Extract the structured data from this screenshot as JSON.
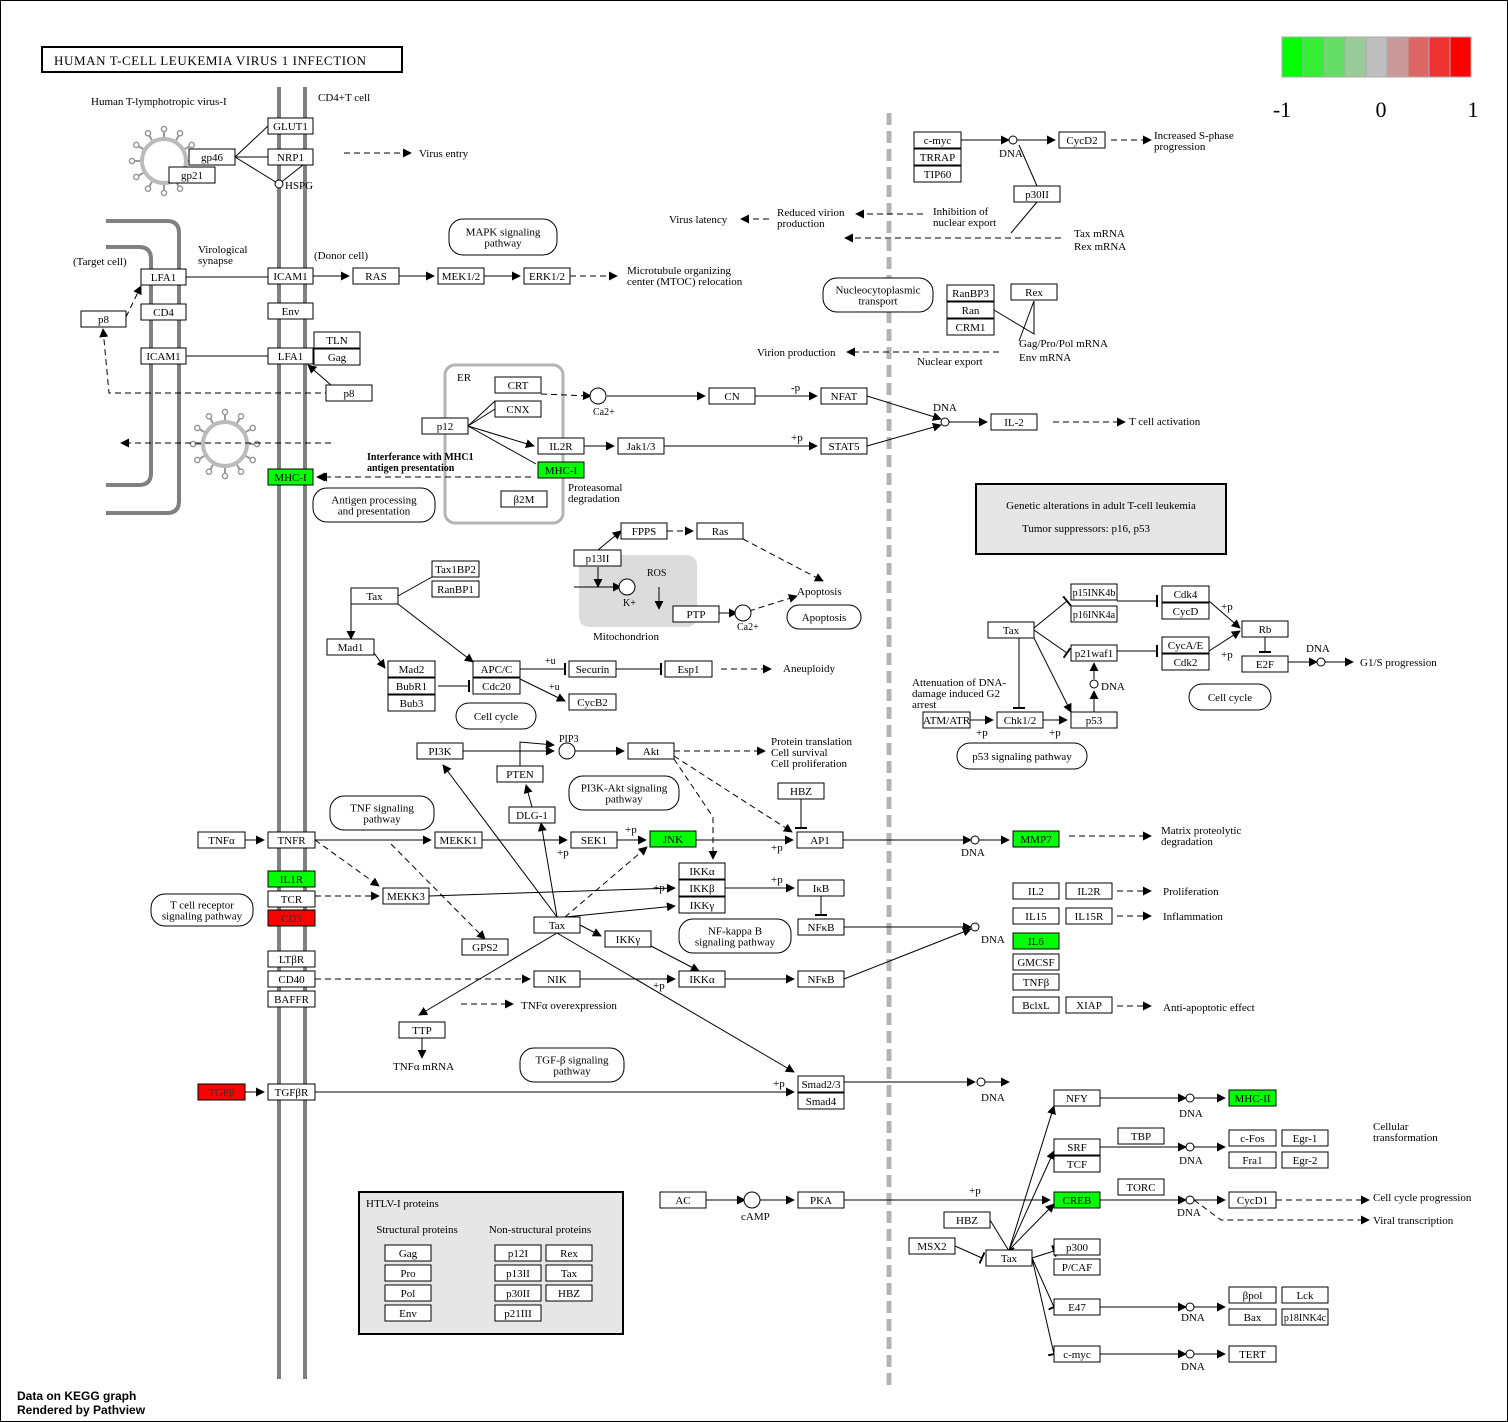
{
  "title": "HUMAN T-CELL LEUKEMIA VIRUS 1 INFECTION",
  "legend": {
    "min_label": "-1",
    "mid_label": "0",
    "max_label": "1",
    "colors": [
      "#00ff00",
      "#33ee33",
      "#66dd66",
      "#99cc99",
      "#bebebe",
      "#cc9999",
      "#dd6666",
      "#ee3333",
      "#ff0000"
    ]
  },
  "colors": {
    "down": "#00ff00",
    "up": "#ff0000",
    "membrane": "#808080",
    "nucleus_border": "#b4b4b4",
    "mito_fill": "#dcdcdc",
    "note_fill": "#e6e6e6"
  },
  "footer": {
    "line1": "Data on KEGG graph",
    "line2": "Rendered by Pathview"
  },
  "nodes": [
    {
      "id": "glut1",
      "label": "GLUT1"
    },
    {
      "id": "nrp1",
      "label": "NRP1"
    },
    {
      "id": "gp46",
      "label": "gp46"
    },
    {
      "id": "gp21",
      "label": "gp21"
    },
    {
      "id": "lfa1-target",
      "label": "LFA1"
    },
    {
      "id": "cd4",
      "label": "CD4"
    },
    {
      "id": "icam1-target",
      "label": "ICAM1"
    },
    {
      "id": "p8-left",
      "label": "p8"
    },
    {
      "id": "icam1-donor",
      "label": "ICAM1"
    },
    {
      "id": "env",
      "label": "Env"
    },
    {
      "id": "lfa1-donor",
      "label": "LFA1"
    },
    {
      "id": "tln",
      "label": "TLN"
    },
    {
      "id": "gag-mem",
      "label": "Gag"
    },
    {
      "id": "p8-right",
      "label": "p8"
    },
    {
      "id": "ras-top",
      "label": "RAS"
    },
    {
      "id": "mek12",
      "label": "MEK1/2"
    },
    {
      "id": "erk12",
      "label": "ERK1/2"
    },
    {
      "id": "crt",
      "label": "CRT"
    },
    {
      "id": "cnx",
      "label": "CNX"
    },
    {
      "id": "p12",
      "label": "p12"
    },
    {
      "id": "il2r-top",
      "label": "IL2R"
    },
    {
      "id": "mhc1-er",
      "label": "MHC-I",
      "expr": "down"
    },
    {
      "id": "b2m",
      "label": "β2M"
    },
    {
      "id": "jak13",
      "label": "Jak1/3"
    },
    {
      "id": "cn",
      "label": "CN"
    },
    {
      "id": "nfat",
      "label": "NFAT"
    },
    {
      "id": "stat5",
      "label": "STAT5"
    },
    {
      "id": "il2-top",
      "label": "IL-2"
    },
    {
      "id": "mhc1-mem",
      "label": "MHC-I",
      "expr": "down"
    },
    {
      "id": "cmyc-top",
      "label": "c-myc"
    },
    {
      "id": "trrap",
      "label": "TRRAP"
    },
    {
      "id": "tip60",
      "label": "TIP60"
    },
    {
      "id": "cycd2",
      "label": "CycD2"
    },
    {
      "id": "p30ii-top",
      "label": "p30II"
    },
    {
      "id": "ranbp3",
      "label": "RanBP3"
    },
    {
      "id": "ran",
      "label": "Ran"
    },
    {
      "id": "crm1",
      "label": "CRM1"
    },
    {
      "id": "rex-top",
      "label": "Rex"
    },
    {
      "id": "tax1bp2",
      "label": "Tax1BP2"
    },
    {
      "id": "ranbp1",
      "label": "RanBP1"
    },
    {
      "id": "tax-cc",
      "label": "Tax"
    },
    {
      "id": "mad1",
      "label": "Mad1"
    },
    {
      "id": "mad2",
      "label": "Mad2"
    },
    {
      "id": "bubr1",
      "label": "BubR1"
    },
    {
      "id": "bub3",
      "label": "Bub3"
    },
    {
      "id": "apcc",
      "label": "APC/C"
    },
    {
      "id": "cdc20",
      "label": "Cdc20"
    },
    {
      "id": "securin",
      "label": "Securin"
    },
    {
      "id": "esp1",
      "label": "Esp1"
    },
    {
      "id": "cycb2",
      "label": "CycB2"
    },
    {
      "id": "fpps",
      "label": "FPPS"
    },
    {
      "id": "ras-mito",
      "label": "Ras"
    },
    {
      "id": "p13ii-mito",
      "label": "p13II"
    },
    {
      "id": "ptp",
      "label": "PTP"
    },
    {
      "id": "tax-p53",
      "label": "Tax"
    },
    {
      "id": "p15ink4b",
      "label": "p15INK4b"
    },
    {
      "id": "p16ink4a",
      "label": "p16INK4a"
    },
    {
      "id": "p21waf1",
      "label": "p21waf1"
    },
    {
      "id": "cdk4",
      "label": "Cdk4"
    },
    {
      "id": "cycd",
      "label": "CycD"
    },
    {
      "id": "cycae",
      "label": "CycA/E"
    },
    {
      "id": "cdk2",
      "label": "Cdk2"
    },
    {
      "id": "rb",
      "label": "Rb"
    },
    {
      "id": "e2f",
      "label": "E2F"
    },
    {
      "id": "atmatr",
      "label": "ATM/ATR"
    },
    {
      "id": "chk12",
      "label": "Chk1/2"
    },
    {
      "id": "p53",
      "label": "p53"
    },
    {
      "id": "pi3k",
      "label": "PI3K"
    },
    {
      "id": "pten",
      "label": "PTEN"
    },
    {
      "id": "akt",
      "label": "Akt"
    },
    {
      "id": "dlg1",
      "label": "DLG-1"
    },
    {
      "id": "hbz-mid",
      "label": "HBZ"
    },
    {
      "id": "tnfa",
      "label": "TNFα"
    },
    {
      "id": "tnfr",
      "label": "TNFR"
    },
    {
      "id": "mekk1",
      "label": "MEKK1"
    },
    {
      "id": "sek1",
      "label": "SEK1"
    },
    {
      "id": "jnk",
      "label": "JNK",
      "expr": "down"
    },
    {
      "id": "ap1",
      "label": "AP1"
    },
    {
      "id": "mmp7",
      "label": "MMP7",
      "expr": "down"
    },
    {
      "id": "il1r",
      "label": "IL1R",
      "expr": "down"
    },
    {
      "id": "tcr",
      "label": "TCR"
    },
    {
      "id": "cd3",
      "label": "CD3",
      "expr": "up"
    },
    {
      "id": "mekk3",
      "label": "MEKK3"
    },
    {
      "id": "ikka-1",
      "label": "IKKα"
    },
    {
      "id": "ikkb",
      "label": "IKKβ"
    },
    {
      "id": "ikkg",
      "label": "IKKγ"
    },
    {
      "id": "ikb",
      "label": "IκB"
    },
    {
      "id": "nfkb-1",
      "label": "NFκB"
    },
    {
      "id": "gps2",
      "label": "GPS2"
    },
    {
      "id": "tax-nfkb",
      "label": "Tax"
    },
    {
      "id": "ikky",
      "label": "IKKγ"
    },
    {
      "id": "ltbr",
      "label": "LTβR"
    },
    {
      "id": "cd40",
      "label": "CD40"
    },
    {
      "id": "baffr",
      "label": "BAFFR"
    },
    {
      "id": "nik",
      "label": "NIK"
    },
    {
      "id": "ikka-2",
      "label": "IKKα"
    },
    {
      "id": "nfkb-2",
      "label": "NFκB"
    },
    {
      "id": "ttp",
      "label": "TTP"
    },
    {
      "id": "il2-b",
      "label": "IL2"
    },
    {
      "id": "il2r-b",
      "label": "IL2R"
    },
    {
      "id": "il15",
      "label": "IL15"
    },
    {
      "id": "il15r",
      "label": "IL15R"
    },
    {
      "id": "il6",
      "label": "IL6",
      "expr": "down"
    },
    {
      "id": "gmcsf",
      "label": "GMCSF"
    },
    {
      "id": "tnfb",
      "label": "TNFβ"
    },
    {
      "id": "bclxl",
      "label": "BclxL"
    },
    {
      "id": "xiap",
      "label": "XIAP"
    },
    {
      "id": "tgfb",
      "label": "TGFβ",
      "expr": "up"
    },
    {
      "id": "tgfbr",
      "label": "TGFβR"
    },
    {
      "id": "smad23",
      "label": "Smad2/3"
    },
    {
      "id": "smad4",
      "label": "Smad4"
    },
    {
      "id": "nfy",
      "label": "NFY"
    },
    {
      "id": "mhc2",
      "label": "MHC-II",
      "expr": "down"
    },
    {
      "id": "srf",
      "label": "SRF"
    },
    {
      "id": "tcf",
      "label": "TCF"
    },
    {
      "id": "tbp",
      "label": "TBP"
    },
    {
      "id": "cfos",
      "label": "c-Fos"
    },
    {
      "id": "egr1",
      "label": "Egr-1"
    },
    {
      "id": "fra1",
      "label": "Fra1"
    },
    {
      "id": "egr2",
      "label": "Egr-2"
    },
    {
      "id": "ac",
      "label": "AC"
    },
    {
      "id": "pka",
      "label": "PKA"
    },
    {
      "id": "creb",
      "label": "CREB",
      "expr": "down"
    },
    {
      "id": "torc",
      "label": "TORC"
    },
    {
      "id": "cycd1",
      "label": "CycD1"
    },
    {
      "id": "hbz-bot",
      "label": "HBZ"
    },
    {
      "id": "msx2",
      "label": "MSX2"
    },
    {
      "id": "tax-bot",
      "label": "Tax"
    },
    {
      "id": "p300",
      "label": "p300"
    },
    {
      "id": "pcaf",
      "label": "P/CAF"
    },
    {
      "id": "e47",
      "label": "E47"
    },
    {
      "id": "bpol",
      "label": "βpol"
    },
    {
      "id": "lck",
      "label": "Lck"
    },
    {
      "id": "bax",
      "label": "Bax"
    },
    {
      "id": "p18ink4c",
      "label": "p18INK4c"
    },
    {
      "id": "cmyc-bot",
      "label": "c-myc"
    },
    {
      "id": "tert",
      "label": "TERT"
    },
    {
      "id": "leg-gag",
      "label": "Gag"
    },
    {
      "id": "leg-pro",
      "label": "Pro"
    },
    {
      "id": "leg-pol",
      "label": "Pol"
    },
    {
      "id": "leg-env",
      "label": "Env"
    },
    {
      "id": "leg-p12i",
      "label": "p12I"
    },
    {
      "id": "leg-rex",
      "label": "Rex"
    },
    {
      "id": "leg-p13ii",
      "label": "p13II"
    },
    {
      "id": "leg-tax",
      "label": "Tax"
    },
    {
      "id": "leg-p30ii",
      "label": "p30II"
    },
    {
      "id": "leg-hbz",
      "label": "HBZ"
    },
    {
      "id": "leg-p21iii",
      "label": "p21III"
    }
  ],
  "pathway_links": [
    {
      "id": "mapk",
      "lines": [
        "MAPK signaling",
        "pathway"
      ]
    },
    {
      "id": "nucleocyto",
      "lines": [
        "Nucleocytoplasmic",
        "transport"
      ]
    },
    {
      "id": "antigen",
      "lines": [
        "Antigen processing",
        "and presentation"
      ]
    },
    {
      "id": "apoptosis",
      "lines": [
        "Apoptosis"
      ]
    },
    {
      "id": "cellcycle-mid",
      "lines": [
        "Cell cycle"
      ]
    },
    {
      "id": "cellcycle-right",
      "lines": [
        "Cell cycle"
      ]
    },
    {
      "id": "p53sig",
      "lines": [
        "p53 signaling pathway"
      ]
    },
    {
      "id": "pi3kakt",
      "lines": [
        "PI3K-Akt signaling",
        "pathway"
      ]
    },
    {
      "id": "tnfsig",
      "lines": [
        "TNF signaling",
        "pathway"
      ]
    },
    {
      "id": "tcrsig",
      "lines": [
        "T cell receptor",
        "signaling pathway"
      ]
    },
    {
      "id": "nfkbsig",
      "lines": [
        "NF-kappa B",
        "signaling pathway"
      ]
    },
    {
      "id": "tgfbsig",
      "lines": [
        "TGF-β signaling",
        "pathway"
      ]
    }
  ],
  "notes": {
    "genetic": {
      "line1": "Genetic alterations in adult T-cell leukemia",
      "line2": "Tumor suppressors:  p16, p53"
    },
    "htlv": {
      "title": "HTLV-I proteins",
      "structural": "Structural proteins",
      "nonstructural": "Non-structural proteins"
    }
  },
  "labels": [
    {
      "id": "virus",
      "text": "Human T-lymphotropic virus-I"
    },
    {
      "id": "cd4tcell",
      "text": "CD4+T cell"
    },
    {
      "id": "hspg",
      "text": "HSPG"
    },
    {
      "id": "virus-entry",
      "text": "Virus entry"
    },
    {
      "id": "target-cell",
      "text": "(Target cell)"
    },
    {
      "id": "viro1",
      "text": "Virological"
    },
    {
      "id": "viro2",
      "text": "synapse"
    },
    {
      "id": "donor-cell",
      "text": "(Donor cell)"
    },
    {
      "id": "mtoc1",
      "text": "Microtubule organizing"
    },
    {
      "id": "mtoc2",
      "text": "center (MTOC) relocation"
    },
    {
      "id": "er",
      "text": "ER"
    },
    {
      "id": "ca1",
      "text": "Ca2+"
    },
    {
      "id": "minus-p",
      "text": "-p"
    },
    {
      "id": "plus-p-stat5",
      "text": "+p"
    },
    {
      "id": "dna-il2",
      "text": "DNA"
    },
    {
      "id": "tcell-act",
      "text": "T cell activation"
    },
    {
      "id": "interf1",
      "text": "Interferance with MHC1"
    },
    {
      "id": "interf2",
      "text": "antigen presentation"
    },
    {
      "id": "proteo1",
      "text": "Proteasomal"
    },
    {
      "id": "proteo2",
      "text": "degradation"
    },
    {
      "id": "dna-cmyc",
      "text": "DNA"
    },
    {
      "id": "spha1",
      "text": "Increased S-phase"
    },
    {
      "id": "spha2",
      "text": "progression"
    },
    {
      "id": "inhib1",
      "text": "Inhibition of"
    },
    {
      "id": "inhib2",
      "text": "nuclear export"
    },
    {
      "id": "reduced1",
      "text": "Reduced virion"
    },
    {
      "id": "reduced2",
      "text": "production"
    },
    {
      "id": "latency",
      "text": "Virus latency"
    },
    {
      "id": "taxmrna",
      "text": "Tax mRNA"
    },
    {
      "id": "rexmrna",
      "text": "Rex mRNA"
    },
    {
      "id": "virion-prod",
      "text": "Virion production"
    },
    {
      "id": "gagpol",
      "text": "Gag/Pro/Pol mRNA"
    },
    {
      "id": "envmrna",
      "text": "Env mRNA"
    },
    {
      "id": "nuc-export",
      "text": "Nuclear export"
    },
    {
      "id": "ros",
      "text": "ROS"
    },
    {
      "id": "kplus",
      "text": "K+"
    },
    {
      "id": "ca2",
      "text": "Ca2+"
    },
    {
      "id": "mito",
      "text": "Mitochondrion"
    },
    {
      "id": "apop-text",
      "text": "Apoptosis"
    },
    {
      "id": "plus-u-1",
      "text": "+u"
    },
    {
      "id": "plus-u-2",
      "text": "+u"
    },
    {
      "id": "aneuploidy",
      "text": "Aneuploidy"
    },
    {
      "id": "attn1",
      "text": "Attenuation of DNA-"
    },
    {
      "id": "attn2",
      "text": "damage induced G2"
    },
    {
      "id": "attn3",
      "text": "arrest"
    },
    {
      "id": "p-atm",
      "text": "+p"
    },
    {
      "id": "p-chk",
      "text": "+p"
    },
    {
      "id": "dna-p53",
      "text": "DNA"
    },
    {
      "id": "p-cdk4",
      "text": "+p"
    },
    {
      "id": "p-cdk2",
      "text": "+p"
    },
    {
      "id": "dna-e2f",
      "text": "DNA"
    },
    {
      "id": "g1s",
      "text": "G1/S progression"
    },
    {
      "id": "pip3",
      "text": "PIP3"
    },
    {
      "id": "prot1",
      "text": "Protein translation"
    },
    {
      "id": "prot2",
      "text": "Cell survival"
    },
    {
      "id": "prot3",
      "text": "Cell proliferation"
    },
    {
      "id": "p-sek",
      "text": "+p"
    },
    {
      "id": "p-jnk",
      "text": "+p"
    },
    {
      "id": "p-ap1",
      "text": "+p"
    },
    {
      "id": "dna-mmp7",
      "text": "DNA"
    },
    {
      "id": "matrix1",
      "text": "Matrix proteolytic"
    },
    {
      "id": "matrix2",
      "text": "degradation"
    },
    {
      "id": "p-ikk",
      "text": "+p"
    },
    {
      "id": "p-ikb",
      "text": "+p"
    },
    {
      "id": "dna-nfkb",
      "text": "DNA"
    },
    {
      "id": "prolif",
      "text": "Proliferation"
    },
    {
      "id": "inflam",
      "text": "Inflammation"
    },
    {
      "id": "antiapop",
      "text": "Anti-apoptotic effect"
    },
    {
      "id": "p-nik",
      "text": "+p"
    },
    {
      "id": "tnfover",
      "text": "TNFα overexpression"
    },
    {
      "id": "tnfmrna",
      "text": "TNFα mRNA"
    },
    {
      "id": "p-smad",
      "text": "+p"
    },
    {
      "id": "dna-smad",
      "text": "DNA"
    },
    {
      "id": "dna-nfy",
      "text": "DNA"
    },
    {
      "id": "dna-srf",
      "text": "DNA"
    },
    {
      "id": "cellular1",
      "text": "Cellular"
    },
    {
      "id": "cellular2",
      "text": "transformation"
    },
    {
      "id": "camp",
      "text": "cAMP"
    },
    {
      "id": "p-pka",
      "text": "+p"
    },
    {
      "id": "dna-creb",
      "text": "DNA"
    },
    {
      "id": "cellcycprog",
      "text": "Cell cycle progression"
    },
    {
      "id": "viraltrans",
      "text": "Viral transcription"
    },
    {
      "id": "dna-e47",
      "text": "DNA"
    },
    {
      "id": "dna-cmyc-bot",
      "text": "DNA"
    }
  ]
}
